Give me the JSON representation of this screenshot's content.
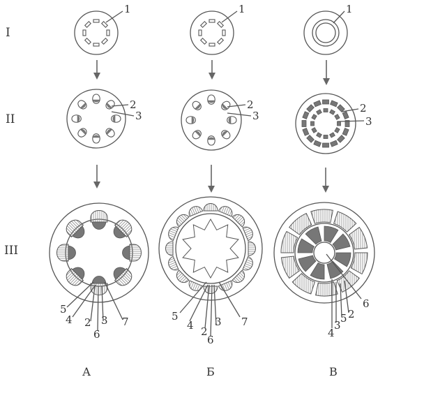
{
  "row_labels": [
    "I",
    "II",
    "III"
  ],
  "column_labels": [
    "А",
    "Б",
    "В"
  ],
  "callouts": {
    "col_a": {
      "row1": [
        "1"
      ],
      "row2": [
        "2",
        "3"
      ],
      "row3": [
        "5",
        "4",
        "2",
        "3",
        "6",
        "7"
      ]
    },
    "col_b": {
      "row1": [
        "1"
      ],
      "row2": [
        "2",
        "3"
      ],
      "row3": [
        "5",
        "4",
        "2",
        "3",
        "6",
        "7"
      ]
    },
    "col_c": {
      "row1": [
        "1"
      ],
      "row2": [
        "2",
        "3"
      ],
      "row3": [
        "6",
        "4",
        "3",
        "5",
        "2"
      ]
    }
  },
  "colors": {
    "ink": "#555555",
    "shade": "#777777",
    "hatch": "#999999"
  }
}
